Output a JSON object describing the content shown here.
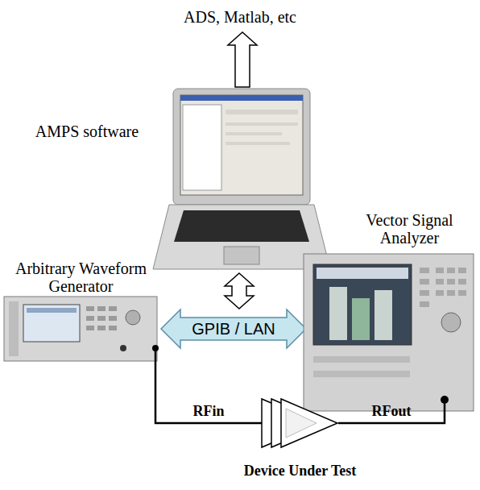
{
  "diagram": {
    "nodes": [
      {
        "text": [
          "ADS, Matlab, etc"
        ]
      },
      {
        "text": [
          "AMPS software"
        ]
      },
      {
        "text": [
          "Arbitrary Waveform Generator"
        ]
      },
      {
        "text": [
          "GPIB / LAN"
        ]
      },
      {
        "text": [
          "Vector Signal Analyzer"
        ]
      },
      {
        "text": [
          "Device Under Test"
        ]
      }
    ],
    "edges": [
      {
        "from": 1,
        "to": 0,
        "arrow": "to"
      },
      {
        "from": 1,
        "to": 3,
        "arrow": "both"
      },
      {
        "from": 2,
        "to": 5,
        "label": "RFin",
        "arrow": "none"
      },
      {
        "from": 5,
        "to": 4,
        "label": "RFout",
        "arrow": "none"
      }
    ]
  }
}
